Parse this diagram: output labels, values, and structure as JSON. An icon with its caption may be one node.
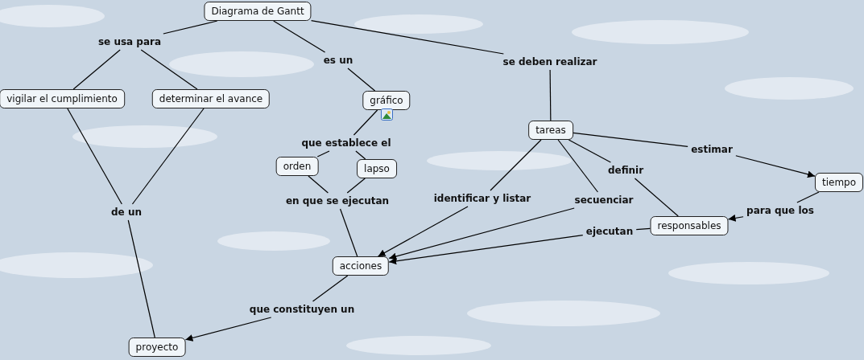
{
  "diagram": {
    "nodes": [
      {
        "text": [
          "Diagrama de Gantt"
        ]
      },
      {
        "text": [
          "se usa para"
        ]
      },
      {
        "text": [
          "es un"
        ]
      },
      {
        "text": [
          "se deben realizar"
        ]
      },
      {
        "text": [
          "vigilar el cumplimiento"
        ]
      },
      {
        "text": [
          "determinar el avance"
        ]
      },
      {
        "text": [
          "gráfico"
        ]
      },
      {
        "text": [
          "tareas"
        ]
      },
      {
        "text": [
          "que establece el"
        ]
      },
      {
        "text": [
          "estimar"
        ]
      },
      {
        "text": [
          "orden"
        ]
      },
      {
        "text": [
          "lapso"
        ]
      },
      {
        "text": [
          "definir"
        ]
      },
      {
        "text": [
          "tiempo"
        ]
      },
      {
        "text": [
          "de un"
        ]
      },
      {
        "text": [
          "en que se ejecutan"
        ]
      },
      {
        "text": [
          "identificar y listar"
        ]
      },
      {
        "text": [
          "secuenciar"
        ]
      },
      {
        "text": [
          "para que los"
        ]
      },
      {
        "text": [
          "responsables"
        ]
      },
      {
        "text": [
          "ejecutan"
        ]
      },
      {
        "text": [
          "acciones"
        ]
      },
      {
        "text": [
          "que constituyen un"
        ]
      },
      {
        "text": [
          "proyecto"
        ]
      }
    ],
    "edges": [
      {
        "from": 0,
        "to": 1,
        "arrow": "none"
      },
      {
        "from": 1,
        "to": 4,
        "arrow": "none"
      },
      {
        "from": 1,
        "to": 5,
        "arrow": "none"
      },
      {
        "from": 0,
        "to": 2,
        "arrow": "none"
      },
      {
        "from": 2,
        "to": 6,
        "arrow": "none"
      },
      {
        "from": 0,
        "to": 3,
        "arrow": "none"
      },
      {
        "from": 3,
        "to": 7,
        "arrow": "none"
      },
      {
        "from": 6,
        "to": 8,
        "arrow": "none"
      },
      {
        "from": 8,
        "to": 10,
        "arrow": "none"
      },
      {
        "from": 8,
        "to": 11,
        "arrow": "none"
      },
      {
        "from": 10,
        "to": 15,
        "arrow": "none"
      },
      {
        "from": 11,
        "to": 15,
        "arrow": "none"
      },
      {
        "from": 15,
        "to": 21,
        "arrow": "none"
      },
      {
        "from": 4,
        "to": 14,
        "arrow": "none"
      },
      {
        "from": 5,
        "to": 14,
        "arrow": "none"
      },
      {
        "from": 14,
        "to": 23,
        "arrow": "none"
      },
      {
        "from": 7,
        "to": 9,
        "arrow": "none"
      },
      {
        "from": 9,
        "to": 13,
        "arrow": "to"
      },
      {
        "from": 13,
        "to": 18,
        "arrow": "none"
      },
      {
        "from": 18,
        "to": 19,
        "arrow": "to"
      },
      {
        "from": 7,
        "to": 12,
        "arrow": "none"
      },
      {
        "from": 12,
        "to": 19,
        "arrow": "none"
      },
      {
        "from": 7,
        "to": 16,
        "arrow": "none"
      },
      {
        "from": 16,
        "to": 21,
        "arrow": "to"
      },
      {
        "from": 7,
        "to": 17,
        "arrow": "none"
      },
      {
        "from": 17,
        "to": 21,
        "arrow": "to"
      },
      {
        "from": 19,
        "to": 20,
        "arrow": "none"
      },
      {
        "from": 20,
        "to": 21,
        "arrow": "to"
      },
      {
        "from": 21,
        "to": 22,
        "arrow": "none"
      },
      {
        "from": 22,
        "to": 23,
        "arrow": "to"
      }
    ]
  }
}
